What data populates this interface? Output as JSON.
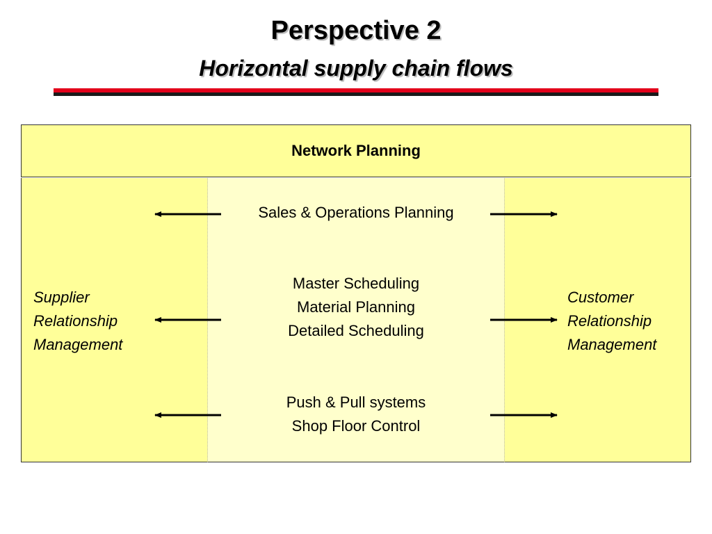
{
  "title": "Perspective 2",
  "subtitle": "Horizontal supply chain flows",
  "diagram": {
    "top_box": "Network Planning",
    "left_label": [
      "Supplier",
      "Relationship",
      "Management"
    ],
    "right_label": [
      "Customer",
      "Relationship",
      "Management"
    ],
    "center_groups": [
      [
        "Sales & Operations Planning"
      ],
      [
        "Master Scheduling",
        "Material Planning",
        "Detailed Scheduling"
      ],
      [
        "Push & Pull systems",
        "Shop Floor Control"
      ]
    ],
    "arrow_color": "#000000"
  }
}
